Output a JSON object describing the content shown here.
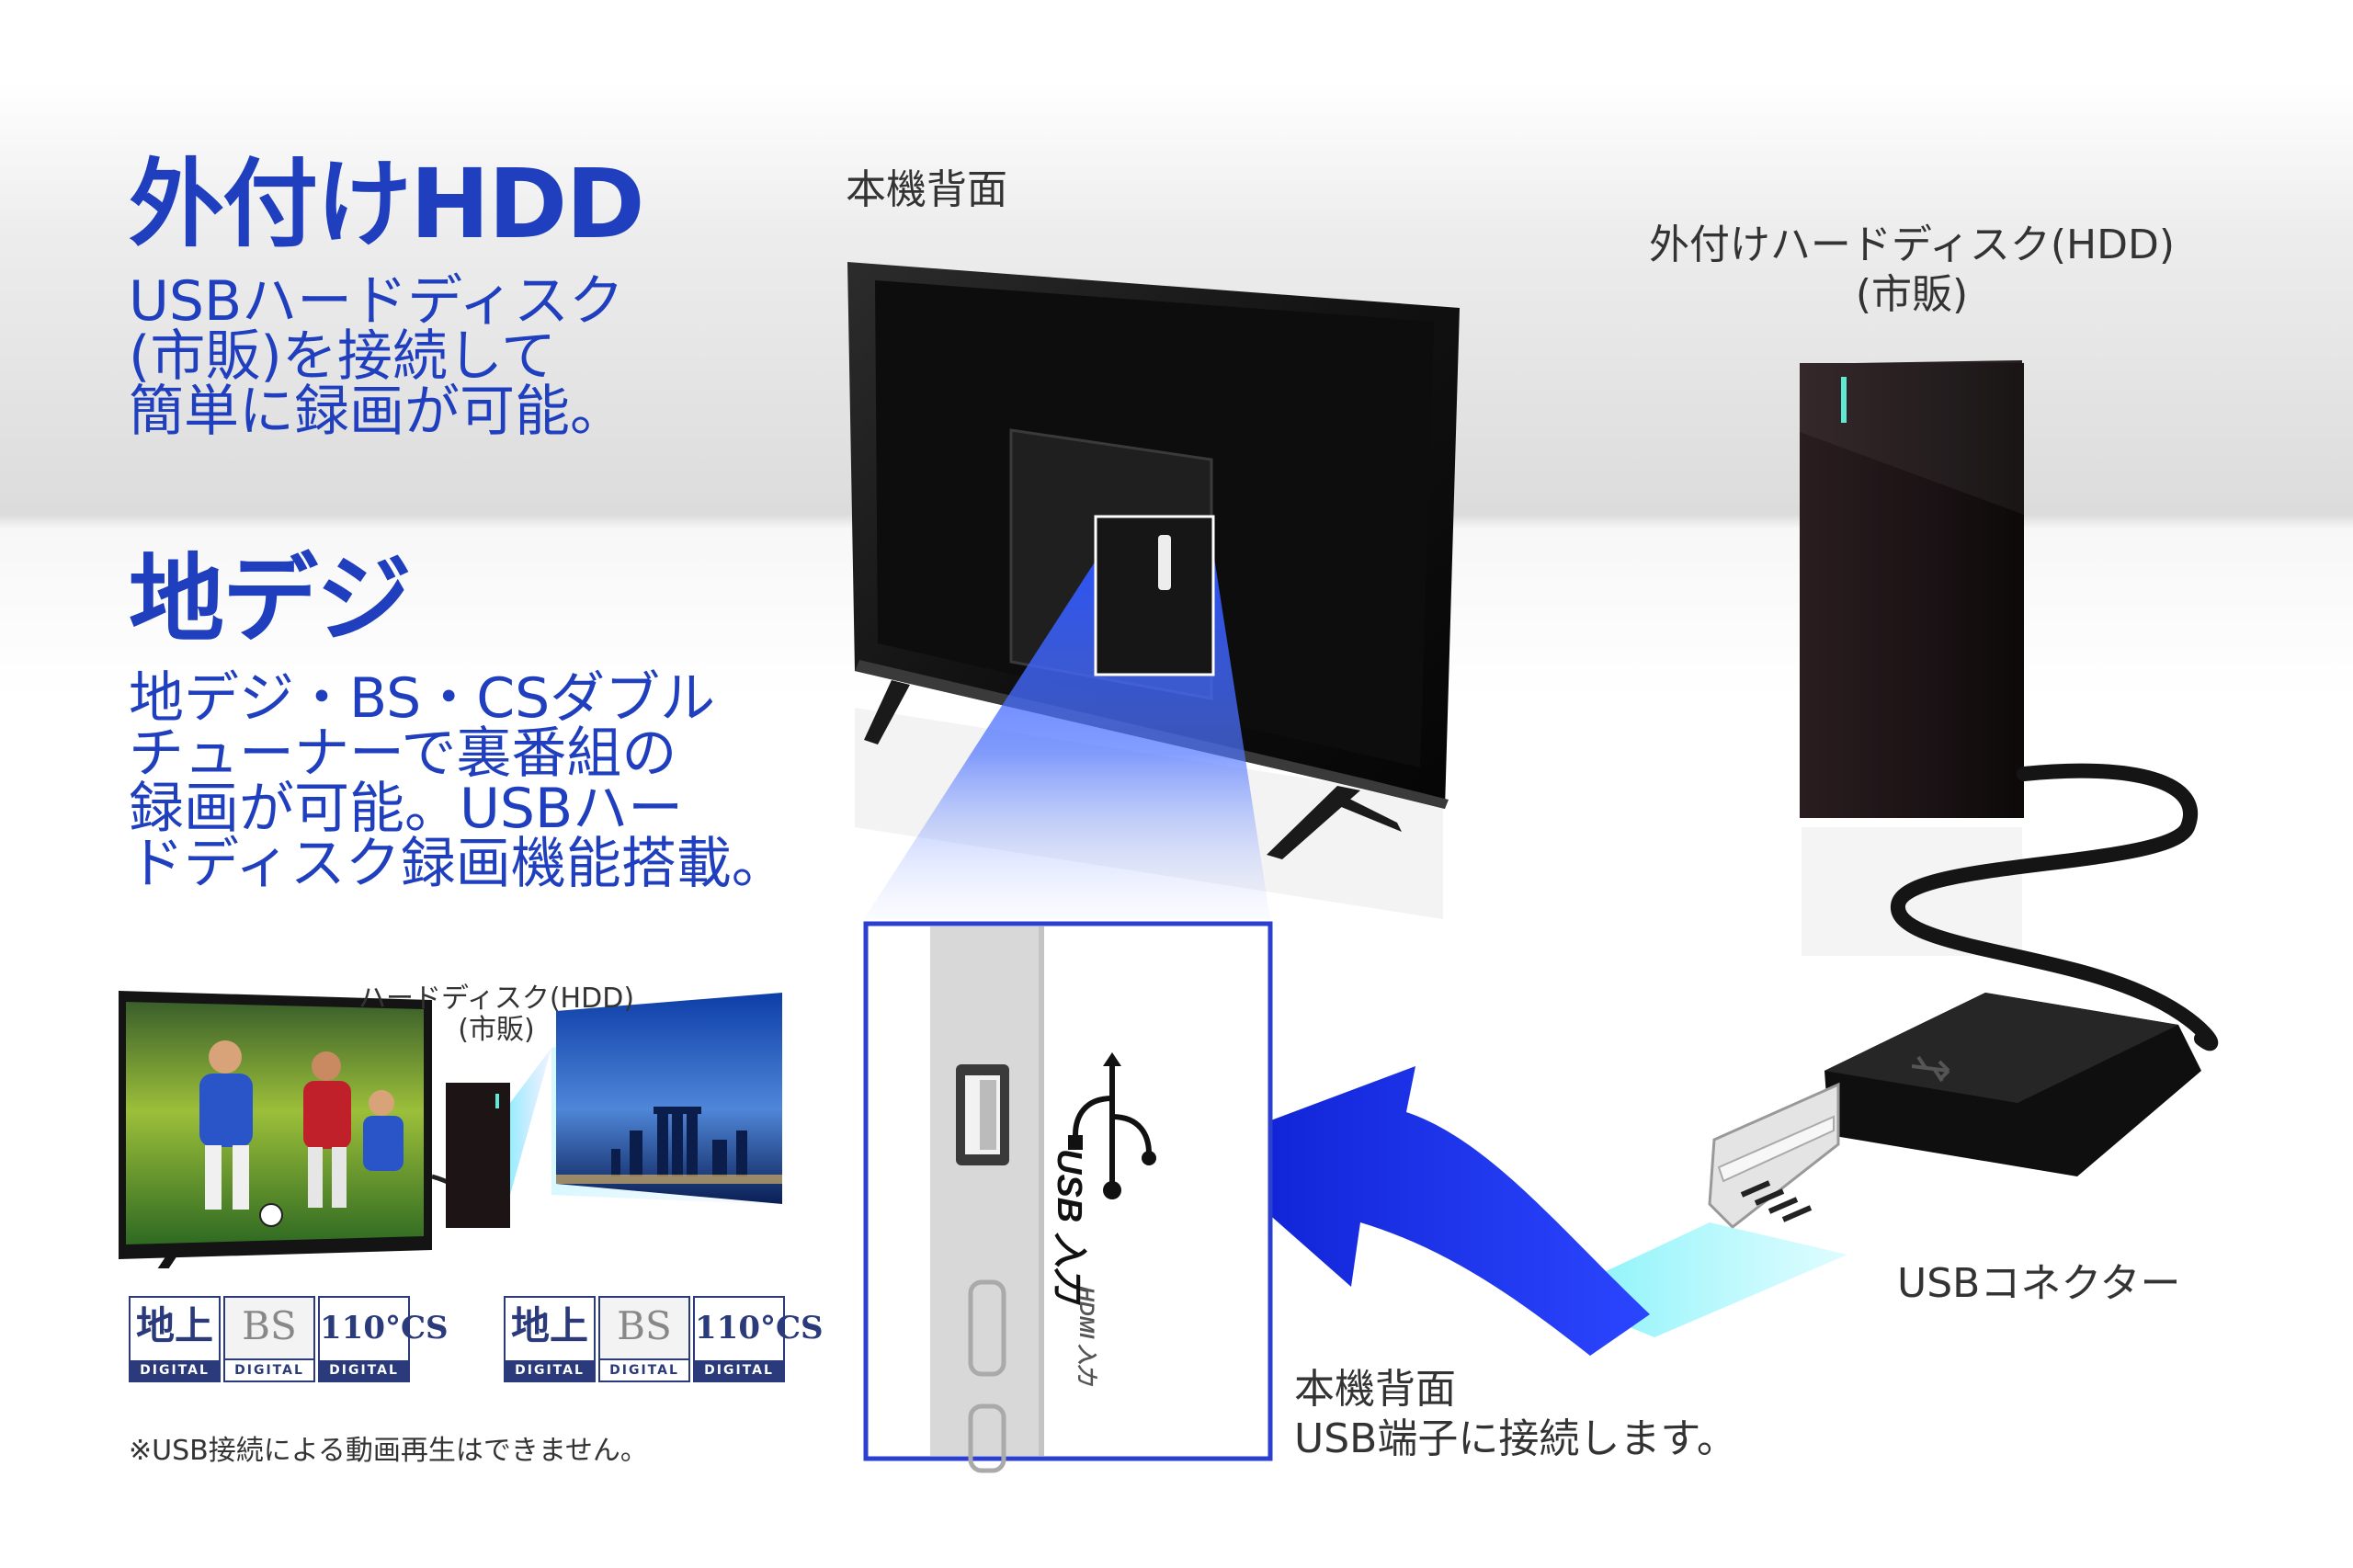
{
  "hdd_section": {
    "title": "外付けHDD",
    "description_lines": [
      "USBハードディスク",
      "(市販)を接続して",
      "簡単に録画が可能。"
    ]
  },
  "digital_section": {
    "title": "地デジ",
    "description_lines": [
      "地デジ・BS・CSダブル",
      "チューナーで裏番組の",
      "録画が可能。USBハー",
      "ドディスク録画機能搭載。"
    ]
  },
  "tv_back_label": "本機背面",
  "external_hdd_label": [
    "外付けハードディスク(HDD)",
    "(市販)"
  ],
  "small_hdd_label": [
    "ハードディスク(HDD)",
    "(市販)"
  ],
  "usb_connector_label": "USBコネクター",
  "port_instruction": [
    "本機背面",
    "USB端子に接続します。"
  ],
  "port_labels": {
    "usb": "USB 入力",
    "hdmi": "HDMI 入力"
  },
  "broadcast_logos": [
    {
      "main": "地上",
      "sub": "DIGITAL"
    },
    {
      "main": "BS",
      "sub": "DIGITAL"
    },
    {
      "main": "110°CS",
      "sub": "DIGITAL"
    }
  ],
  "footnote": "※USB接続による動画再生はできません。",
  "colors": {
    "title_blue": "#1f3fbf",
    "arrow_blue": "#1530d8",
    "glow_cyan": "#7ff3f8",
    "hdd_led": "#5fe8d2"
  }
}
